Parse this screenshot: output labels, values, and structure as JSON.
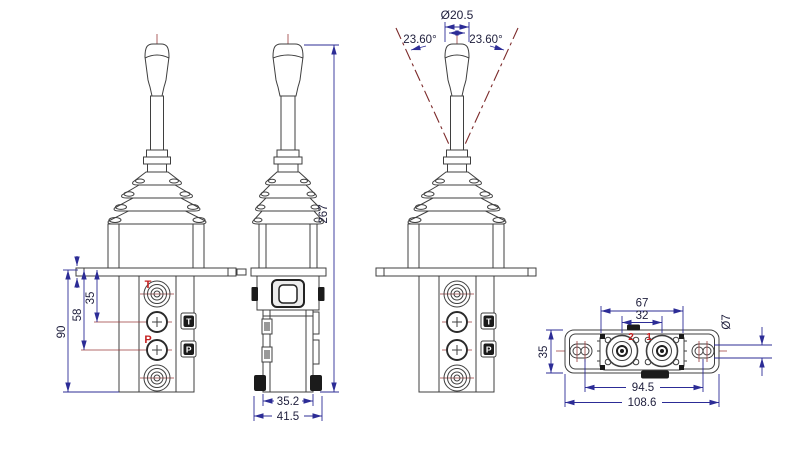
{
  "drawing": {
    "background": "#ffffff",
    "colors": {
      "outline": "#3f3f3f",
      "dimension_blue": "#2c2c96",
      "centerline_red": "#9a3a3a",
      "angle_line_red": "#7c2a2a",
      "label_red": "#c42020",
      "detail_black": "#1b1b1b"
    },
    "views": {
      "front": {
        "dim_port2_offset": "35",
        "dim_port3_offset": "58",
        "dim_body_height": "90",
        "port_top_label": "T",
        "port_bottom_label": "P",
        "tab_top_label": "T",
        "tab_bottom_label": "P"
      },
      "side": {
        "dim_total_height": "267",
        "dim_body_width": "35.2",
        "dim_overall_width": "41.5"
      },
      "tilted": {
        "dim_knob_diameter": "Ø20.5",
        "dim_angle_left": "23.60°",
        "dim_angle_right": "23.60°",
        "tab_top_label": "T",
        "tab_bottom_label": "P"
      },
      "top": {
        "dim_boss_outer": "67",
        "dim_boss_centers": "32",
        "dim_slot_centers": "94.5",
        "dim_overall_length": "108.6",
        "dim_plate_width": "35",
        "dim_slot_hole": "Ø7",
        "port_left_label": "2",
        "port_right_label": "1"
      }
    }
  }
}
